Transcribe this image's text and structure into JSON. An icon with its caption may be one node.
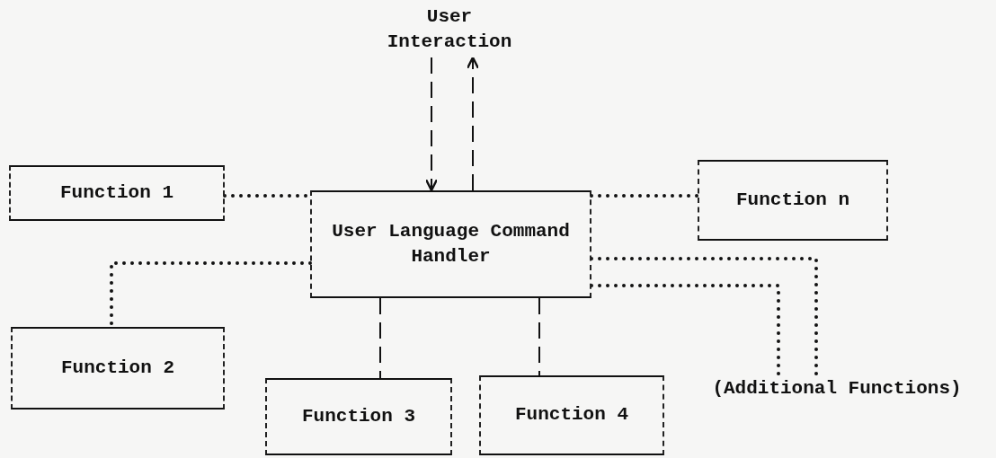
{
  "diagram": {
    "nodes": [
      {
        "text": [
          "User Interaction"
        ]
      },
      {
        "text": [
          "Function 1"
        ]
      },
      {
        "text": [
          "User Language Command Handler"
        ]
      },
      {
        "text": [
          "Function n"
        ]
      },
      {
        "text": [
          "Function 2"
        ]
      },
      {
        "text": [
          "Function 3"
        ]
      },
      {
        "text": [
          "Function 4"
        ]
      },
      {
        "text": [
          "(Additional Functions)"
        ]
      }
    ],
    "edges": [
      {
        "from": 0,
        "to": 2,
        "arrow": "to"
      },
      {
        "from": 2,
        "to": 0,
        "arrow": "to"
      },
      {
        "from": 1,
        "to": 2,
        "arrow": "none",
        "style": "dashed"
      },
      {
        "from": 2,
        "to": 3,
        "arrow": "none",
        "style": "dashed"
      },
      {
        "from": 2,
        "to": 4,
        "arrow": "none",
        "style": "dashed"
      },
      {
        "from": 2,
        "to": 5,
        "arrow": "none"
      },
      {
        "from": 2,
        "to": 6,
        "arrow": "none"
      },
      {
        "from": 2,
        "to": 7,
        "arrow": "none",
        "style": "dashed"
      },
      {
        "from": 2,
        "to": 7,
        "arrow": "none",
        "style": "dashed"
      }
    ]
  }
}
